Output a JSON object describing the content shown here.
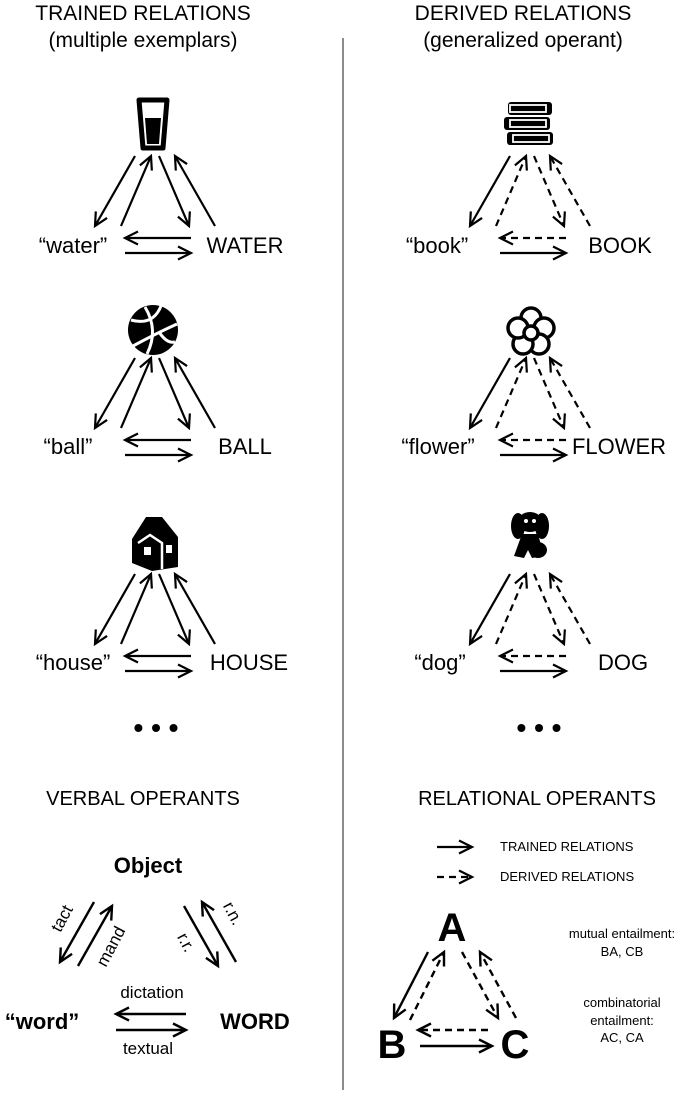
{
  "left_header": {
    "title": "TRAINED RELATIONS",
    "subtitle": "(multiple exemplars)"
  },
  "right_header": {
    "title": "DERIVED RELATIONS",
    "subtitle": "(generalized operant)"
  },
  "trained_examples": [
    {
      "icon": "cup-icon",
      "word": "“water”",
      "object": "WATER"
    },
    {
      "icon": "ball-icon",
      "word": "“ball”",
      "object": "BALL"
    },
    {
      "icon": "house-icon",
      "word": "“house”",
      "object": "HOUSE"
    }
  ],
  "derived_examples": [
    {
      "icon": "books-icon",
      "word": "“book”",
      "object": "BOOK"
    },
    {
      "icon": "flower-icon",
      "word": "“flower”",
      "object": "FLOWER"
    },
    {
      "icon": "dog-icon",
      "word": "“dog”",
      "object": "DOG"
    }
  ],
  "ellipsis": "• • •",
  "verbal_operants": {
    "title": "VERBAL OPERANTS",
    "object": "Object",
    "word": "“word”",
    "WORD": "WORD",
    "tact": "tact",
    "mand": "mand",
    "rr": "r.r.",
    "rn": "r.n.",
    "dictation": "dictation",
    "textual": "textual"
  },
  "relational_operants": {
    "title": "RELATIONAL OPERANTS",
    "legend_trained": "TRAINED RELATIONS",
    "legend_derived": "DERIVED RELATIONS",
    "A": "A",
    "B": "B",
    "C": "C",
    "mutual_title": "mutual entailment:",
    "mutual_values": "BA, CB",
    "comb_line1": "combinatorial",
    "comb_line2": "entailment:",
    "comb_values": "AC, CA"
  },
  "colors": {
    "ink": "#000000",
    "divider": "#8c8c8c",
    "background": "#ffffff"
  }
}
